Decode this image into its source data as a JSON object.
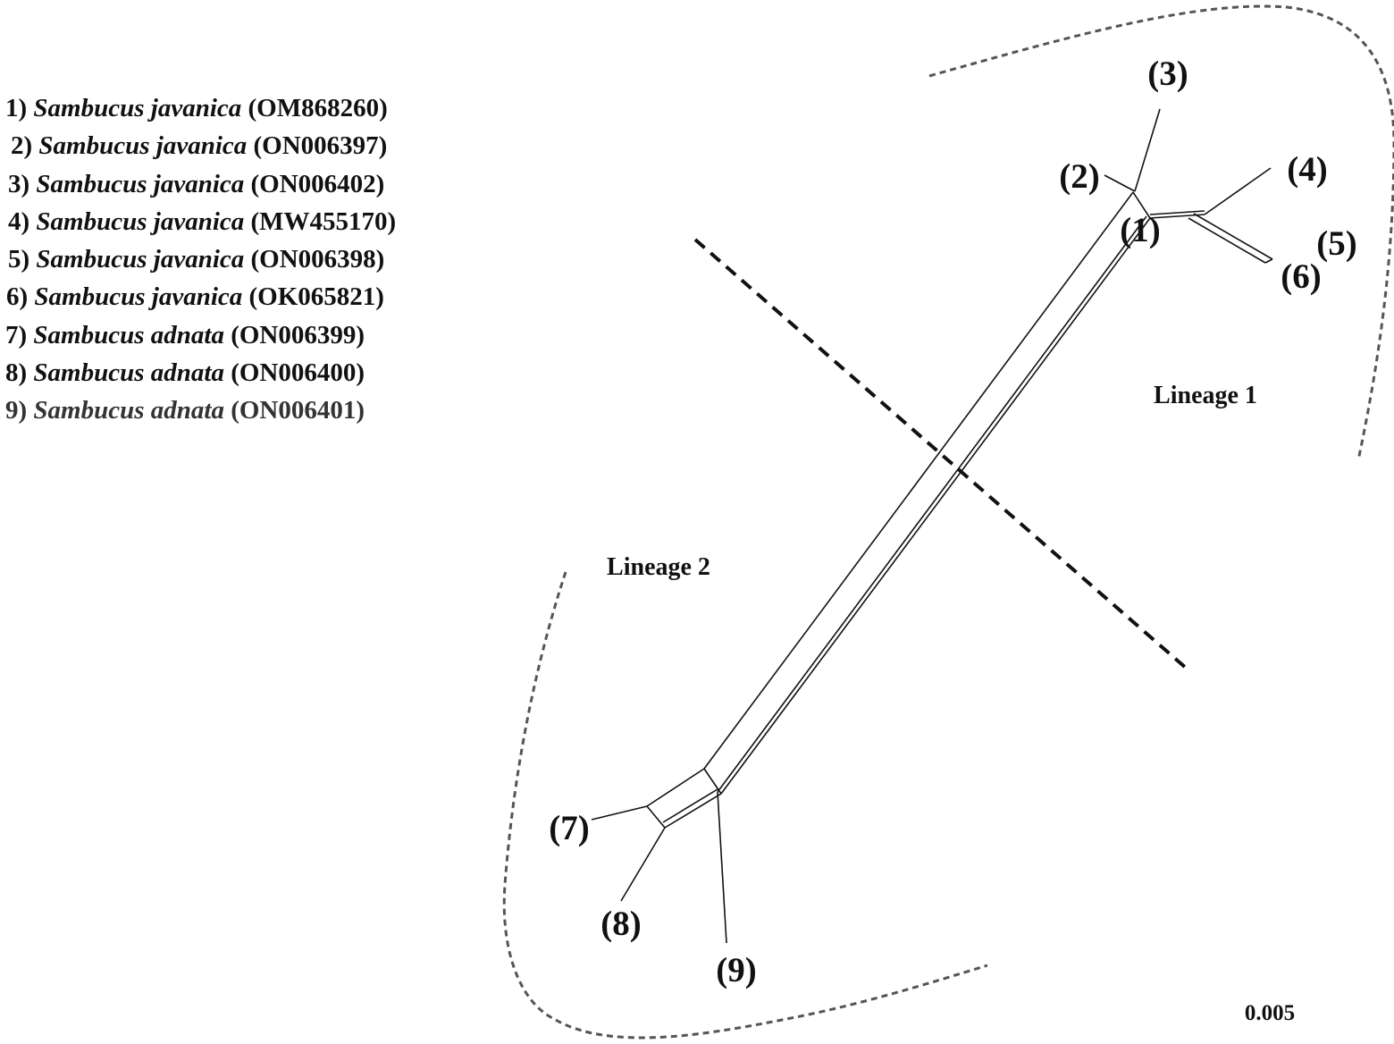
{
  "legend": {
    "entries": [
      {
        "num": "1)",
        "species": "Sambucus javanica",
        "accession": "(OM868260)"
      },
      {
        "num": "2)",
        "species": "Sambucus javanica",
        "accession": "(ON006397)"
      },
      {
        "num": "3)",
        "species": "Sambucus javanica",
        "accession": "(ON006402)"
      },
      {
        "num": "4)",
        "species": "Sambucus javanica",
        "accession": "(MW455170)"
      },
      {
        "num": "5)",
        "species": "Sambucus javanica",
        "accession": "(ON006398)"
      },
      {
        "num": "6)",
        "species": "Sambucus javanica",
        "accession": "(OK065821)"
      },
      {
        "num": "7)",
        "species": "Sambucus adnata",
        "accession": "(ON006399)"
      },
      {
        "num": "8)",
        "species": "Sambucus adnata",
        "accession": "(ON006400)"
      },
      {
        "num": "9)",
        "species": "Sambucus adnata",
        "accession": "(ON006401)"
      }
    ]
  },
  "network": {
    "tips": [
      {
        "id": "1",
        "label": "(1)"
      },
      {
        "id": "2",
        "label": "(2)"
      },
      {
        "id": "3",
        "label": "(3)"
      },
      {
        "id": "4",
        "label": "(4)"
      },
      {
        "id": "5",
        "label": "(5)"
      },
      {
        "id": "6",
        "label": "(6)"
      },
      {
        "id": "7",
        "label": "(7)"
      },
      {
        "id": "8",
        "label": "(8)"
      },
      {
        "id": "9",
        "label": "(9)"
      }
    ],
    "lineage_1_label": "Lineage 1",
    "lineage_2_label": "Lineage 2",
    "scale_bar_label": "0.005"
  }
}
